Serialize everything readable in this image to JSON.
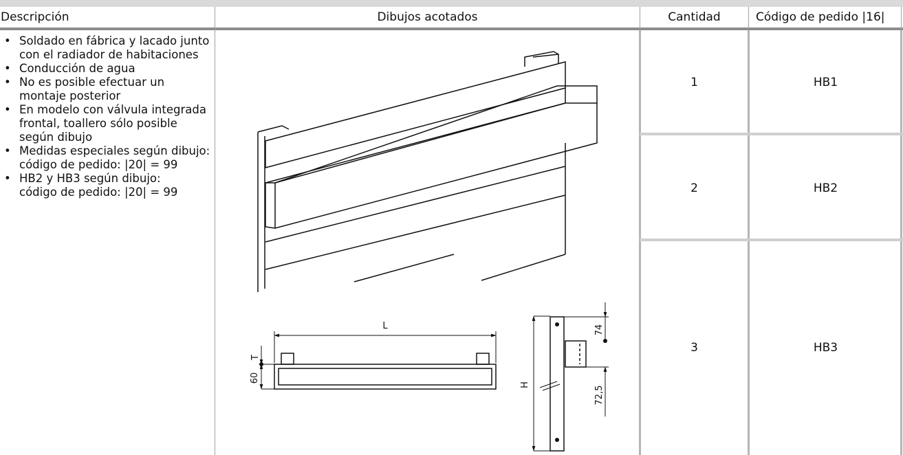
{
  "table": {
    "headers": {
      "descripcion": "Descripción",
      "dibujos": "Dibujos acotados",
      "cantidad": "Cantidad",
      "codigo": "Código de pedido |16|"
    },
    "description_items": [
      {
        "text": "Soldado en fábrica y lacado junto con el radiador de habitaciones"
      },
      {
        "text": "Conducción de agua"
      },
      {
        "text": "No es posible efectuar un montaje posterior"
      },
      {
        "text": "En modelo con válvula integrada frontal, toallero sólo posible según dibujo"
      },
      {
        "text": "Medidas especiales según dibujo:",
        "sub": "código de pedido: |20| = 99"
      },
      {
        "text": "HB2 y HB3 según dibujo:",
        "sub": "código de pedido: |20| = 99"
      }
    ],
    "rows": [
      {
        "cantidad": "1",
        "codigo": "HB1"
      },
      {
        "cantidad": "2",
        "codigo": "HB2"
      },
      {
        "cantidad": "3",
        "codigo": "HB3"
      }
    ]
  },
  "drawing": {
    "labels": {
      "L": "L",
      "T": "T",
      "d60": "60",
      "H": "H",
      "d74": "74",
      "d72_5": "72,5"
    }
  }
}
